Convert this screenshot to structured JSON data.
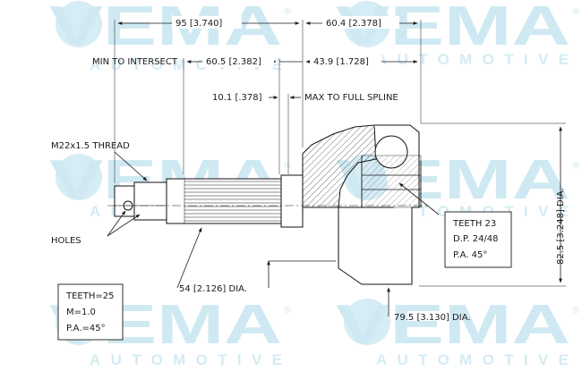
{
  "watermark": {
    "brand": "VEMA",
    "sub": "AUTOMOTIVE",
    "registered": "®",
    "color": "#cfe9f3"
  },
  "dimensions": {
    "d_overall_shaft": "95 [3.740]",
    "d_bell_length": "60.4 [2.378]",
    "d_min_intersect_label": "MIN TO INTERSECT",
    "d_min_intersect": "60.5 [2.382]",
    "d_spline_to_bell": "43.9 [1.728]",
    "d_full_spline": "10.1 [.378]",
    "d_full_spline_label": "MAX TO FULL SPLINE",
    "d_seal_dia": "54 [2.126] DIA.",
    "d_body_dia": "79.5 [3.130] DIA.",
    "d_outer_dia": "82.5 [3.248] DIA."
  },
  "labels": {
    "thread": "M22x1.5 THREAD",
    "holes": "HOLES"
  },
  "inner_spline_box": {
    "teeth": "TEETH 23",
    "dp": "D.P. 24/48",
    "pa": "P.A. 45°"
  },
  "shaft_spline_box": {
    "teeth": "TEETH=25",
    "module": "M=1.0",
    "pa": "P.A.=45°"
  }
}
